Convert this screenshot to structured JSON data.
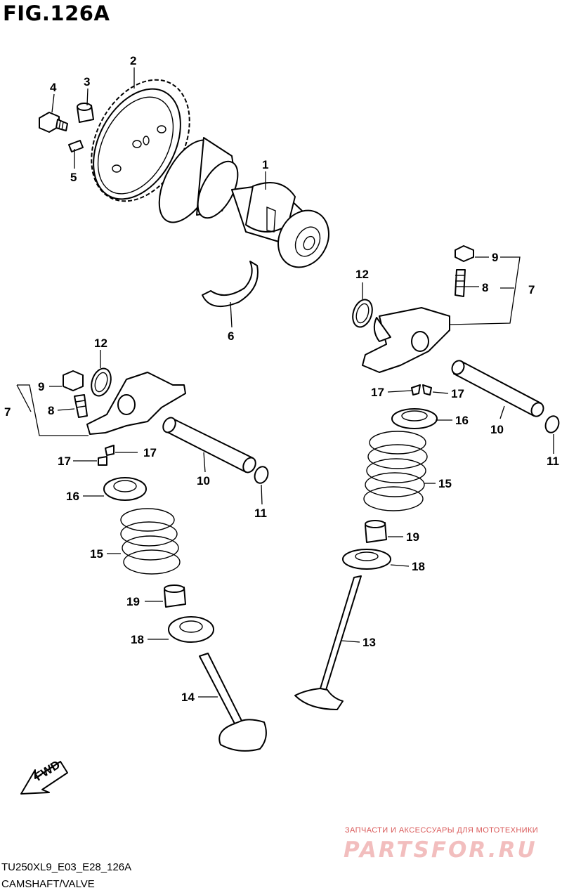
{
  "figure": {
    "title": "FIG.126A"
  },
  "callouts": [
    {
      "id": "c1",
      "label": "1"
    },
    {
      "id": "c2",
      "label": "2"
    },
    {
      "id": "c3",
      "label": "3"
    },
    {
      "id": "c4",
      "label": "4"
    },
    {
      "id": "c5",
      "label": "5"
    },
    {
      "id": "c6",
      "label": "6"
    },
    {
      "id": "c7r",
      "label": "7"
    },
    {
      "id": "c8r",
      "label": "8"
    },
    {
      "id": "c9r",
      "label": "9"
    },
    {
      "id": "c10r",
      "label": "10"
    },
    {
      "id": "c11r",
      "label": "11"
    },
    {
      "id": "c12r",
      "label": "12"
    },
    {
      "id": "c13",
      "label": "13"
    },
    {
      "id": "c15r",
      "label": "15"
    },
    {
      "id": "c16r",
      "label": "16"
    },
    {
      "id": "c17r1",
      "label": "17"
    },
    {
      "id": "c17r2",
      "label": "17"
    },
    {
      "id": "c18r",
      "label": "18"
    },
    {
      "id": "c19r",
      "label": "19"
    },
    {
      "id": "c7l",
      "label": "7"
    },
    {
      "id": "c8l",
      "label": "8"
    },
    {
      "id": "c9l",
      "label": "9"
    },
    {
      "id": "c10l",
      "label": "10"
    },
    {
      "id": "c11l",
      "label": "11"
    },
    {
      "id": "c12l",
      "label": "12"
    },
    {
      "id": "c14",
      "label": "14"
    },
    {
      "id": "c15l",
      "label": "15"
    },
    {
      "id": "c16l",
      "label": "16"
    },
    {
      "id": "c17l1",
      "label": "17"
    },
    {
      "id": "c17l2",
      "label": "17"
    },
    {
      "id": "c18l",
      "label": "18"
    },
    {
      "id": "c19l",
      "label": "19"
    }
  ],
  "fwd_label": "FWD",
  "footer": {
    "code": "TU250XL9_E03_E28_126A",
    "name": "CAMSHAFT/VALVE"
  },
  "watermark": {
    "tagline": "ЗАПЧАСТИ И АКСЕССУАРЫ ДЛЯ МОТОТЕХНИКИ",
    "site": "PARTSFOR.RU"
  }
}
